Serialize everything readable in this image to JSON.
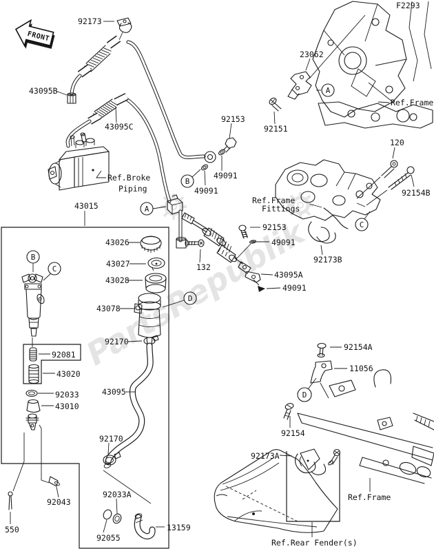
{
  "figure_code": "F2293",
  "front_label": "FRONT",
  "watermark": {
    "text": "PartsRepublik",
    "gear_icon": "gear",
    "color": "#000000",
    "opacity": "0.10"
  },
  "parts": {
    "92173": "92173",
    "43095B": "43095B",
    "43095C": "43095C",
    "23062": "23062",
    "92151": "92151",
    "92153": "92153",
    "49091": "49091",
    "43015": "43015",
    "120": "120",
    "92154B": "92154B",
    "92173B": "92173B",
    "43095A": "43095A",
    "43026": "43026",
    "43027": "43027",
    "43028": "43028",
    "43078": "43078",
    "92170": "92170",
    "132": "132",
    "92081": "92081",
    "43020": "43020",
    "92033": "92033",
    "43010": "43010",
    "43095": "43095",
    "92043": "92043",
    "550": "550",
    "92033A": "92033A",
    "92055": "92055",
    "13159": "13159",
    "92154A": "92154A",
    "11056": "11056",
    "92154": "92154",
    "92173A": "92173A"
  },
  "refs": {
    "frame": "Ref.Frame",
    "broke_line1": "Ref.Broke",
    "broke_line2": "Piping",
    "fittings_line1": "Ref.Frame",
    "fittings_line2": "Fittings",
    "rear_fender": "Ref.Rear Fender(s)"
  },
  "callouts": {
    "a": "A",
    "b": "B",
    "c": "C",
    "d": "D"
  }
}
